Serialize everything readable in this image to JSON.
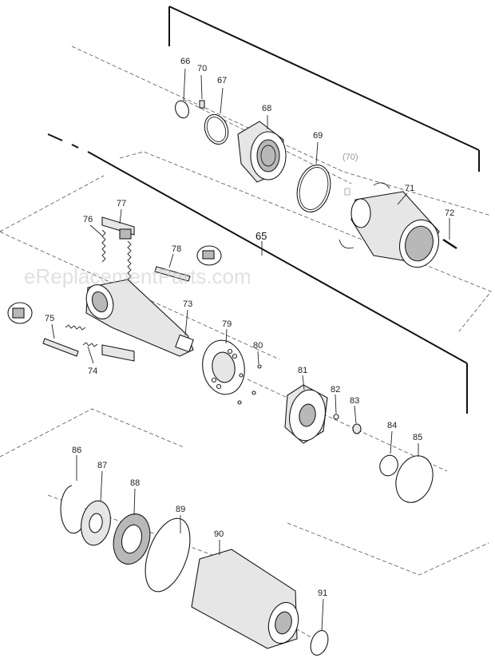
{
  "watermark": "eReplacementParts.com",
  "group_label": "65",
  "part_labels": [
    {
      "id": "p66",
      "text": "66"
    },
    {
      "id": "p70",
      "text": "70"
    },
    {
      "id": "p67",
      "text": "67"
    },
    {
      "id": "p68",
      "text": "68"
    },
    {
      "id": "p69",
      "text": "69"
    },
    {
      "id": "p70b",
      "text": "(70)"
    },
    {
      "id": "p71",
      "text": "71"
    },
    {
      "id": "p72",
      "text": "72"
    },
    {
      "id": "p77",
      "text": "77"
    },
    {
      "id": "p76",
      "text": "76"
    },
    {
      "id": "p78",
      "text": "78"
    },
    {
      "id": "p73",
      "text": "73"
    },
    {
      "id": "p75",
      "text": "75"
    },
    {
      "id": "p74",
      "text": "74"
    },
    {
      "id": "p79",
      "text": "79"
    },
    {
      "id": "p80",
      "text": "80"
    },
    {
      "id": "p81",
      "text": "81"
    },
    {
      "id": "p82",
      "text": "82"
    },
    {
      "id": "p83",
      "text": "83"
    },
    {
      "id": "p84",
      "text": "84"
    },
    {
      "id": "p85",
      "text": "85"
    },
    {
      "id": "p86",
      "text": "86"
    },
    {
      "id": "p87",
      "text": "87"
    },
    {
      "id": "p88",
      "text": "88"
    },
    {
      "id": "p89",
      "text": "89"
    },
    {
      "id": "p90",
      "text": "90"
    },
    {
      "id": "p91",
      "text": "91"
    }
  ]
}
